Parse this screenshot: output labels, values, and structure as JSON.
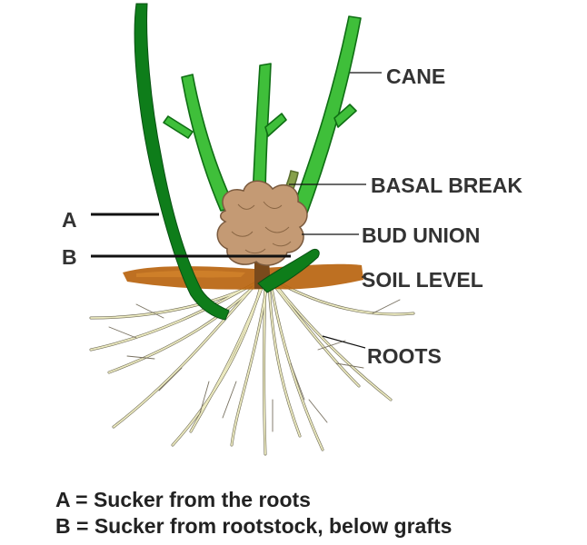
{
  "labels": {
    "cane": "CANE",
    "basal_break": "BASAL BREAK",
    "bud_union": "BUD UNION",
    "soil_level": "SOIL LEVEL",
    "roots": "ROOTS",
    "marker_a": "A",
    "marker_b": "B"
  },
  "legend": {
    "a": "A = Sucker from the roots",
    "b": "B = Sucker from rootstock, below grafts"
  },
  "colors": {
    "cane_fill": "#3fbf3a",
    "cane_stroke": "#0f6e14",
    "sucker": "#0e7d1a",
    "bud_union": "#c49a74",
    "soil": "#b8640f",
    "roots": "#eceac0",
    "root_outline": "#6e6a55",
    "text": "#333333"
  }
}
